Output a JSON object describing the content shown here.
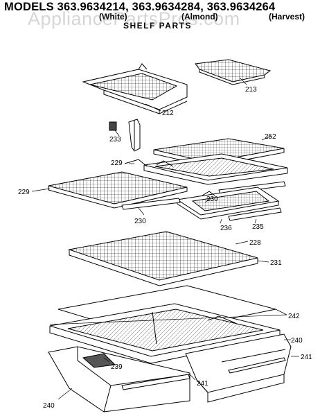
{
  "header": {
    "title": "MODELS 363.9634214, 363.9634284, 363.9634264",
    "variants": [
      "(White)",
      "(Almond)",
      "(Harvest)"
    ],
    "subtitle": "SHELF PARTS",
    "watermark": "AppliancePartsPros.com"
  },
  "parts": {
    "p212": "212",
    "p213": "213",
    "p233": "233",
    "p252": "252",
    "p229a": "229",
    "p229b": "229",
    "p230a": "230",
    "p230b": "230",
    "p236": "236",
    "p235": "235",
    "p228": "228",
    "p231": "231",
    "p242": "242",
    "p240a": "240",
    "p241a": "241",
    "p239": "239",
    "p241b": "241",
    "p240b": "240"
  }
}
